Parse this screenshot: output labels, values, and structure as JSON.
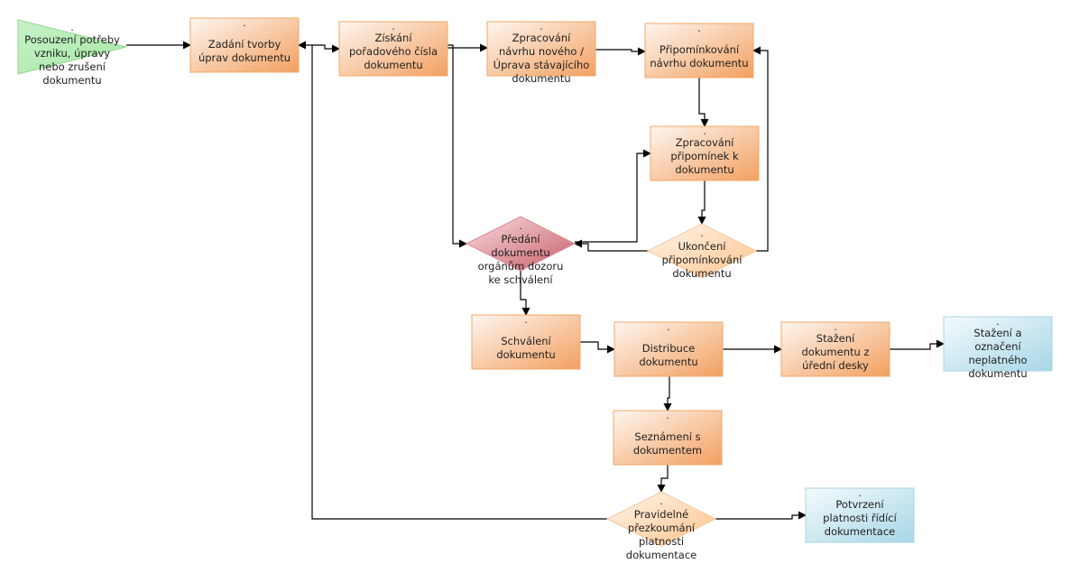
{
  "diagram": {
    "title": "Proces řízení dokumentace",
    "colors": {
      "process_fill_start": "#fdf1e8",
      "process_fill_end": "#f3a46a",
      "process_stroke": "#f0a868",
      "start_fill": "#b9ecb9",
      "start_stroke": "#8fd98f",
      "decision_red_fill_start": "#f6d3d6",
      "decision_red_fill_end": "#cf6c75",
      "decision_red_stroke": "#d98a90",
      "decision_orange_fill_start": "#fff1e0",
      "decision_orange_fill_end": "#fdc896",
      "decision_orange_stroke": "#f7c89a",
      "end_fill_start": "#eef8fb",
      "end_fill_end": "#acd9e8",
      "end_stroke": "#a8d4e4",
      "connector": "#000000"
    },
    "nodes": [
      {
        "id": "start",
        "type": "start",
        "dot": ".",
        "lines": [
          "Posouzení potřeby",
          "vzniku, úpravy",
          "nebo zrušení",
          "dokumentu"
        ]
      },
      {
        "id": "zadani",
        "type": "process",
        "dot": ".",
        "lines": [
          "Zadání tvorby",
          "úprav dokumentu"
        ]
      },
      {
        "id": "ziskani",
        "type": "process",
        "dot": ".",
        "lines": [
          "Získání",
          "pořadového čísla",
          "dokumentu"
        ]
      },
      {
        "id": "zpracovani-navrhu",
        "type": "process",
        "dot": ".",
        "lines": [
          "Zpracování",
          "návrhu nového /",
          "Úprava stávajícího",
          "dokumentu"
        ]
      },
      {
        "id": "pripominkovani",
        "type": "process",
        "dot": ".",
        "lines": [
          "Připomínkování",
          "návrhu dokumentu"
        ]
      },
      {
        "id": "zpracovani-pripominek",
        "type": "process",
        "dot": ".",
        "lines": [
          "Zpracování",
          "připomínek k",
          "dokumentu"
        ]
      },
      {
        "id": "predani",
        "type": "decision-red",
        "dot": ".",
        "lines": [
          "Předání",
          "dokumentu",
          "orgánům dozoru",
          "ke schválení"
        ]
      },
      {
        "id": "ukonceni",
        "type": "decision-orange",
        "dot": ".",
        "lines": [
          "Ukončení",
          "připomínkování",
          "dokumentu"
        ]
      },
      {
        "id": "schvaleni",
        "type": "process",
        "dot": ".",
        "lines": [
          "Schválení",
          "dokumentu"
        ]
      },
      {
        "id": "distribuce",
        "type": "process",
        "dot": ".",
        "lines": [
          "Distribuce",
          "dokumentu"
        ]
      },
      {
        "id": "stazeni",
        "type": "process",
        "dot": ".",
        "lines": [
          "Stažení",
          "dokumentu z",
          "úřední desky"
        ]
      },
      {
        "id": "stazeni-oznaceni",
        "type": "end",
        "dot": ".",
        "lines": [
          "Stažení a",
          "označení",
          "neplatného",
          "dokumentu"
        ]
      },
      {
        "id": "seznameni",
        "type": "process",
        "dot": ".",
        "lines": [
          "Seznámení s",
          "dokumentem"
        ]
      },
      {
        "id": "pravidelne",
        "type": "decision-orange",
        "dot": ".",
        "lines": [
          "Pravidelné",
          "přezkoumání",
          "platnosti",
          "dokumentace"
        ]
      },
      {
        "id": "potvrzeni",
        "type": "end",
        "dot": ".",
        "lines": [
          "Potvrzení",
          "platnosti řídící",
          "dokumentace"
        ]
      }
    ],
    "edges": [
      {
        "from": "start",
        "to": "zadani"
      },
      {
        "from": "zadani",
        "to": "ziskani"
      },
      {
        "from": "ziskani",
        "to": "zpracovani-navrhu"
      },
      {
        "from": "ziskani",
        "to": "predani"
      },
      {
        "from": "zpracovani-navrhu",
        "to": "pripominkovani"
      },
      {
        "from": "pripominkovani",
        "to": "zpracovani-pripominek"
      },
      {
        "from": "zpracovani-pripominek",
        "to": "ukonceni"
      },
      {
        "from": "ukonceni",
        "to": "pripominkovani"
      },
      {
        "from": "ukonceni",
        "to": "predani"
      },
      {
        "from": "predani",
        "to": "zpracovani-pripominek"
      },
      {
        "from": "predani",
        "to": "schvaleni"
      },
      {
        "from": "schvaleni",
        "to": "distribuce"
      },
      {
        "from": "distribuce",
        "to": "stazeni"
      },
      {
        "from": "stazeni",
        "to": "stazeni-oznaceni"
      },
      {
        "from": "distribuce",
        "to": "seznameni"
      },
      {
        "from": "seznameni",
        "to": "pravidelne"
      },
      {
        "from": "pravidelne",
        "to": "potvrzeni"
      },
      {
        "from": "pravidelne",
        "to": "zadani"
      }
    ]
  }
}
